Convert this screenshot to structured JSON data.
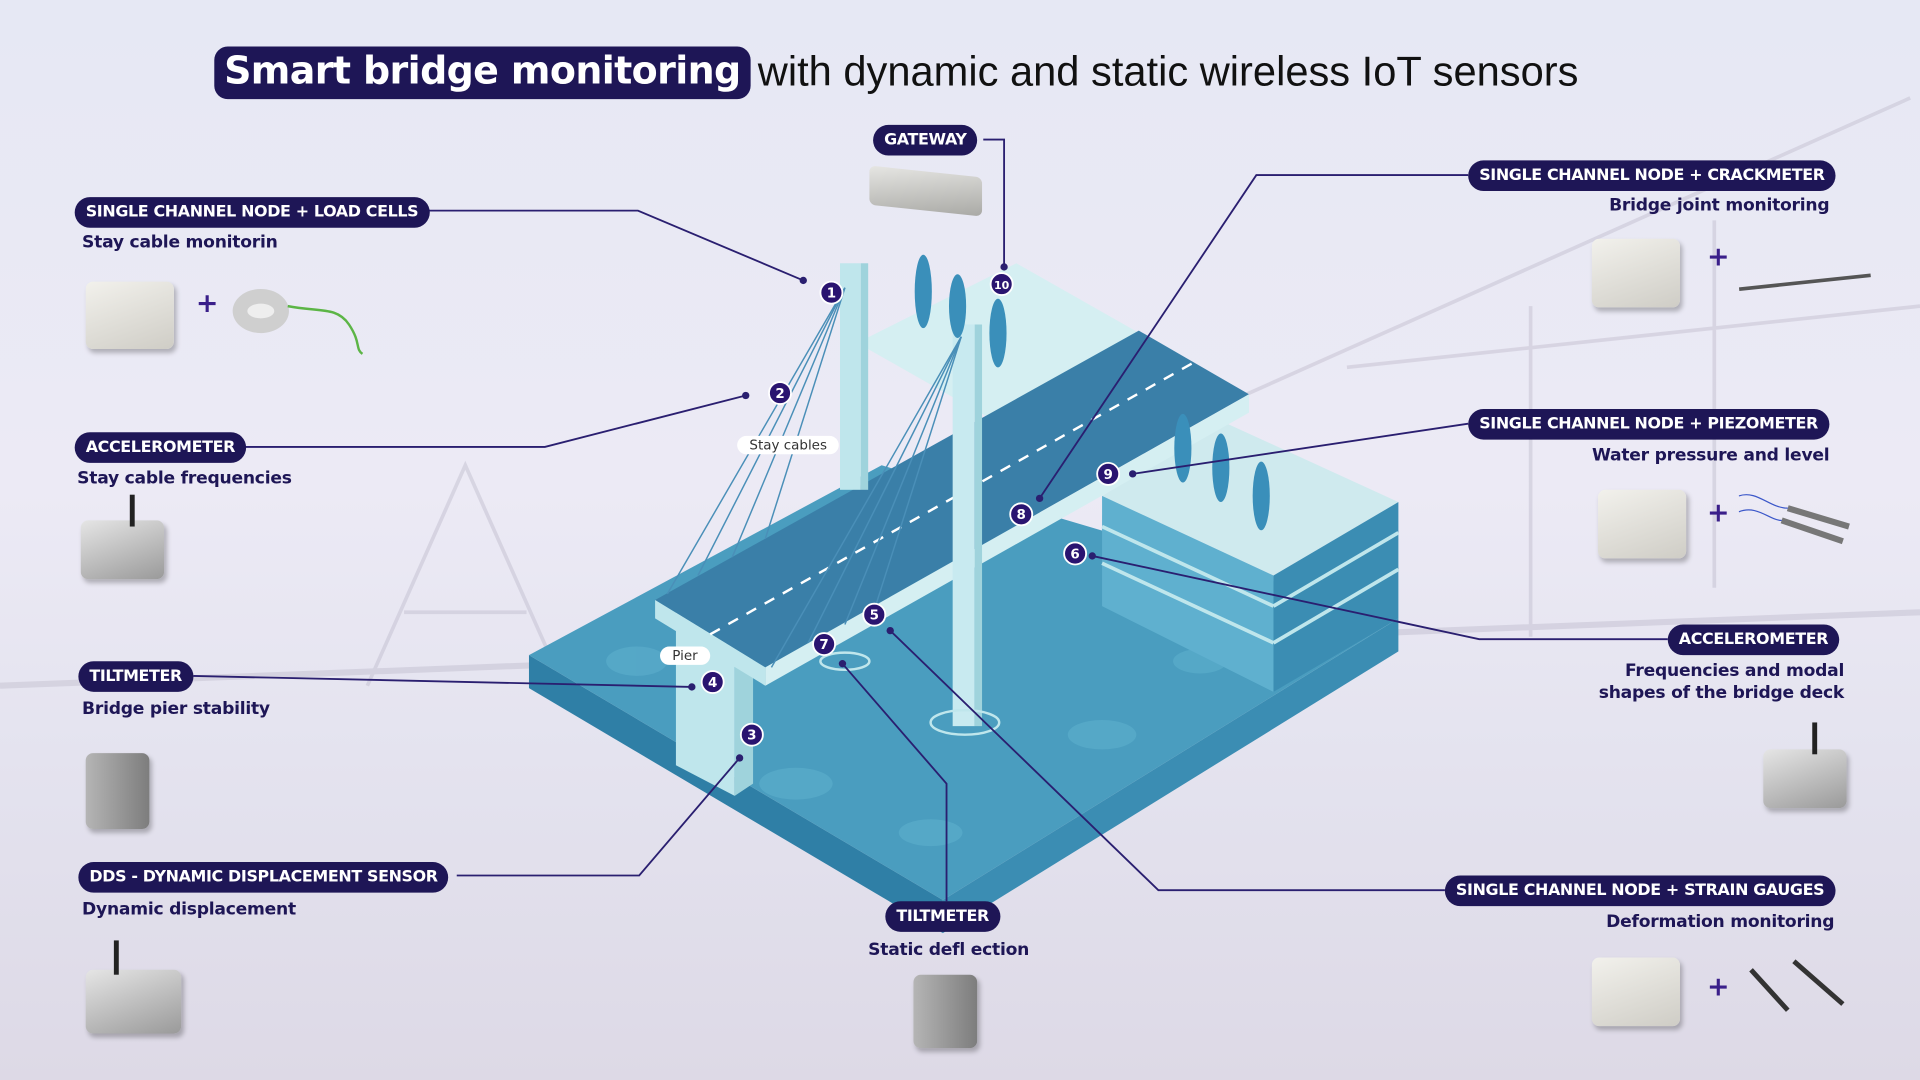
{
  "title": {
    "highlight": "Smart bridge monitoring",
    "rest": "with dynamic and static wireless IoT sensors"
  },
  "labels": {
    "gateway": "GATEWAY",
    "load_cells": {
      "tag": "SINGLE CHANNEL NODE + LOAD CELLS",
      "sub": "Stay cable monitorin"
    },
    "accel_left": {
      "tag": "ACCELEROMETER",
      "sub": "Stay cable frequencies"
    },
    "tilt_left": {
      "tag": "TILTMETER",
      "sub": "Bridge pier stability"
    },
    "dds": {
      "tag": "DDS - DYNAMIC DISPLACEMENT SENSOR",
      "sub": "Dynamic displacement"
    },
    "tilt_bottom": {
      "tag": "TILTMETER",
      "sub": "Static defl ection"
    },
    "crackmeter": {
      "tag": "SINGLE CHANNEL NODE + CRACKMETER",
      "sub": "Bridge joint monitoring"
    },
    "piezometer": {
      "tag": "SINGLE CHANNEL NODE + PIEZOMETER",
      "sub": "Water pressure and level"
    },
    "accel_right": {
      "tag": "ACCELEROMETER",
      "sub1": "Frequencies and modal",
      "sub2": "shapes of the bridge deck"
    },
    "strain": {
      "tag": "SINGLE CHANNEL NODE + STRAIN GAUGES",
      "sub": "Deformation monitoring"
    }
  },
  "diagram": {
    "stay_cables": "Stay cables",
    "pier": "Pier",
    "plus": "+",
    "markers": [
      "1",
      "2",
      "3",
      "4",
      "5",
      "6",
      "7",
      "8",
      "9",
      "10"
    ]
  },
  "colors": {
    "navy": "#1e1656",
    "water": "#4a9dbf",
    "road": "#3a7fa8",
    "light": "#bfe6ec"
  }
}
